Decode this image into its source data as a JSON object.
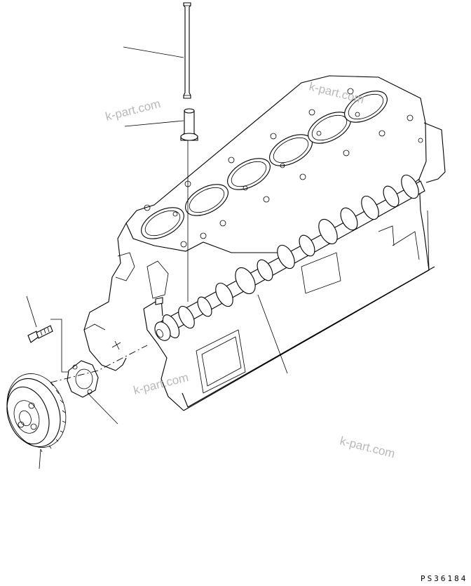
{
  "watermarks": [
    {
      "text": "k-part.com"
    },
    {
      "text": "k-part.com"
    },
    {
      "text": "k-part.com"
    },
    {
      "text": "k-part.com"
    }
  ],
  "drawing_code": "PS36184",
  "colors": {
    "line": "#000000",
    "watermark": "#b8b8b8",
    "background": "#ffffff"
  }
}
